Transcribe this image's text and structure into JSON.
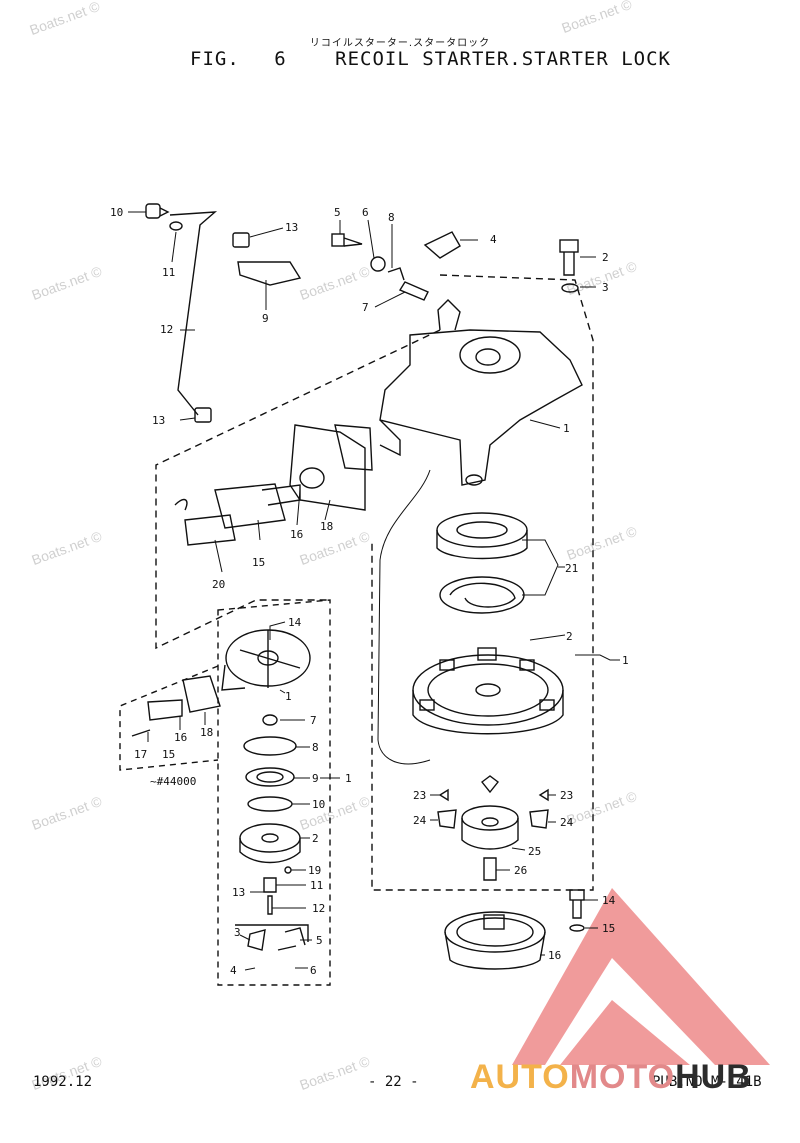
{
  "header": {
    "japanese_title": "リコイルスターター.スタータロック",
    "fig_label": "FIG.",
    "fig_number": "6",
    "fig_title": "RECOIL STARTER.STARTER LOCK"
  },
  "footer": {
    "date": "1992.12",
    "page": "- 22 -",
    "pub_no": "PUB.NO.M-141B"
  },
  "watermark": "Boats.net ©",
  "brand": {
    "part1": "AUTO",
    "part2": "MOTO",
    "part3": "HUB"
  },
  "callouts": {
    "c10": "10",
    "c11": "11",
    "c13a": "13",
    "c9": "9",
    "c12": "12",
    "c13b": "13",
    "c5": "5",
    "c6": "6",
    "c8": "8",
    "c4": "4",
    "c7": "7",
    "c2": "2",
    "c3": "3",
    "c1a": "1",
    "c18": "18",
    "c16": "16",
    "c15": "15",
    "c20": "20",
    "c21": "21",
    "c2b": "2",
    "c1b": "1",
    "s14": "14",
    "s1": "1",
    "s18": "18",
    "s16": "16",
    "s15": "15",
    "s17": "17",
    "s7": "7",
    "s8": "8",
    "s9": "9",
    "s1b": "1",
    "s10": "10",
    "s2": "2",
    "s19": "19",
    "s11": "11",
    "s13": "13",
    "s12": "12",
    "s3": "3",
    "s5": "5",
    "s4": "4",
    "s6": "6",
    "serial": "~#44000",
    "c23a": "23",
    "c23b": "23",
    "c24a": "24",
    "c24b": "24",
    "c25": "25",
    "c26": "26",
    "c14": "14",
    "c15b": "15",
    "c16b": "16"
  },
  "colors": {
    "ink": "#111111",
    "watermark": "#d0d0d0",
    "logo_red": "#ee9090",
    "logo_orange": "#f3b24a",
    "logo_dark": "#2c2c2c"
  }
}
